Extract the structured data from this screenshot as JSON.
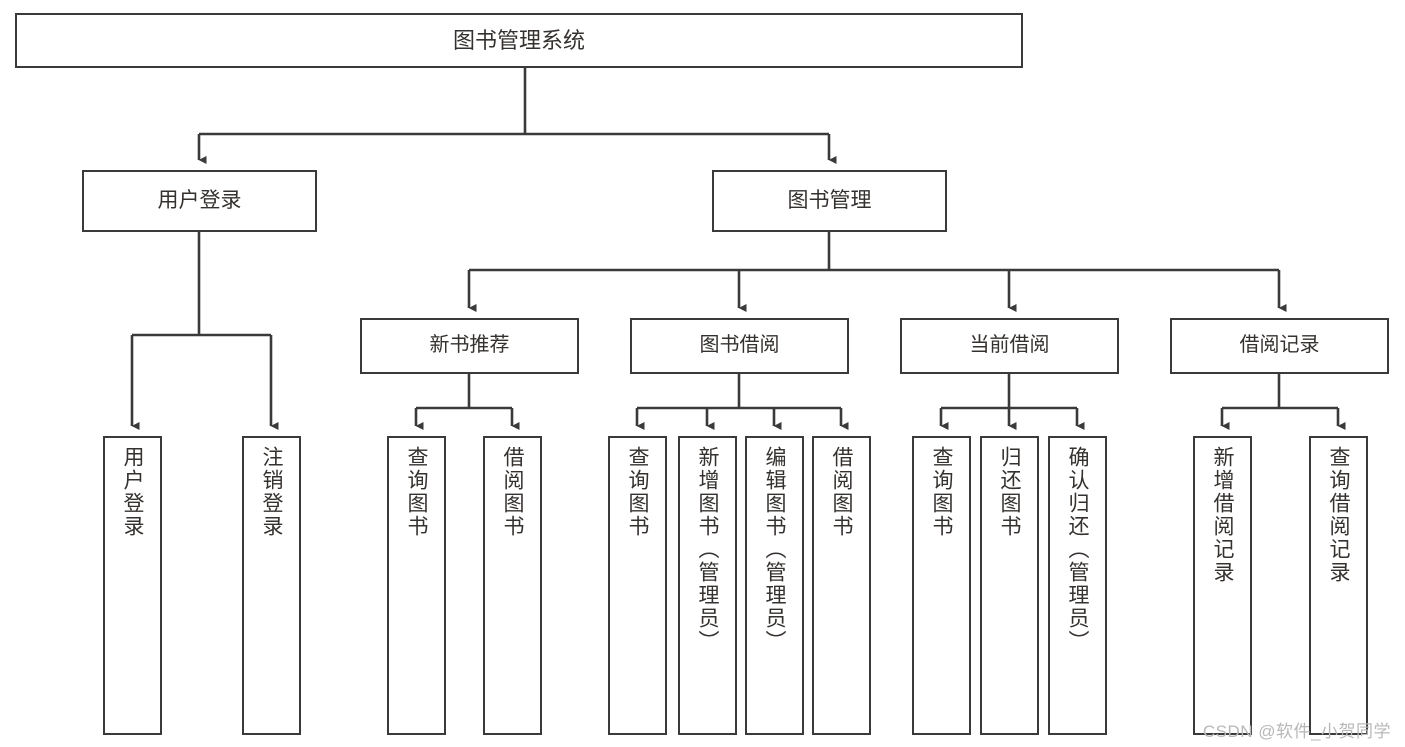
{
  "diagram": {
    "title": "图书管理系统",
    "type": "tree-hierarchy-diagram",
    "watermark": "CSDN @软件_小贺同学",
    "colors": {
      "background": "#ffffff",
      "node_border": "#3a3a3a",
      "node_fill": "#ffffff",
      "text": "#35312f",
      "edge": "#3a3a3a",
      "watermark": "#b8b8b8"
    },
    "nodes": {
      "root": {
        "label": "图书管理系统"
      },
      "level1": [
        {
          "label": "用户登录"
        },
        {
          "label": "图书管理"
        }
      ],
      "level2": [
        {
          "label": "新书推荐"
        },
        {
          "label": "图书借阅"
        },
        {
          "label": "当前借阅"
        },
        {
          "label": "借阅记录"
        }
      ],
      "leaves": {
        "user_login": [
          {
            "label": "用户登录"
          },
          {
            "label": "注销登录"
          }
        ],
        "new_book_recommend": [
          {
            "label": "查询图书"
          },
          {
            "label": "借阅图书"
          }
        ],
        "book_borrow": [
          {
            "label": "查询图书"
          },
          {
            "label": "新增图书（管理员）"
          },
          {
            "label": "编辑图书（管理员）"
          },
          {
            "label": "借阅图书"
          }
        ],
        "current_borrow": [
          {
            "label": "查询图书"
          },
          {
            "label": "归还图书"
          },
          {
            "label": "确认归还（管理员）"
          }
        ],
        "borrow_record": [
          {
            "label": "新增借阅记录"
          },
          {
            "label": "查询借阅记录"
          }
        ]
      }
    }
  }
}
